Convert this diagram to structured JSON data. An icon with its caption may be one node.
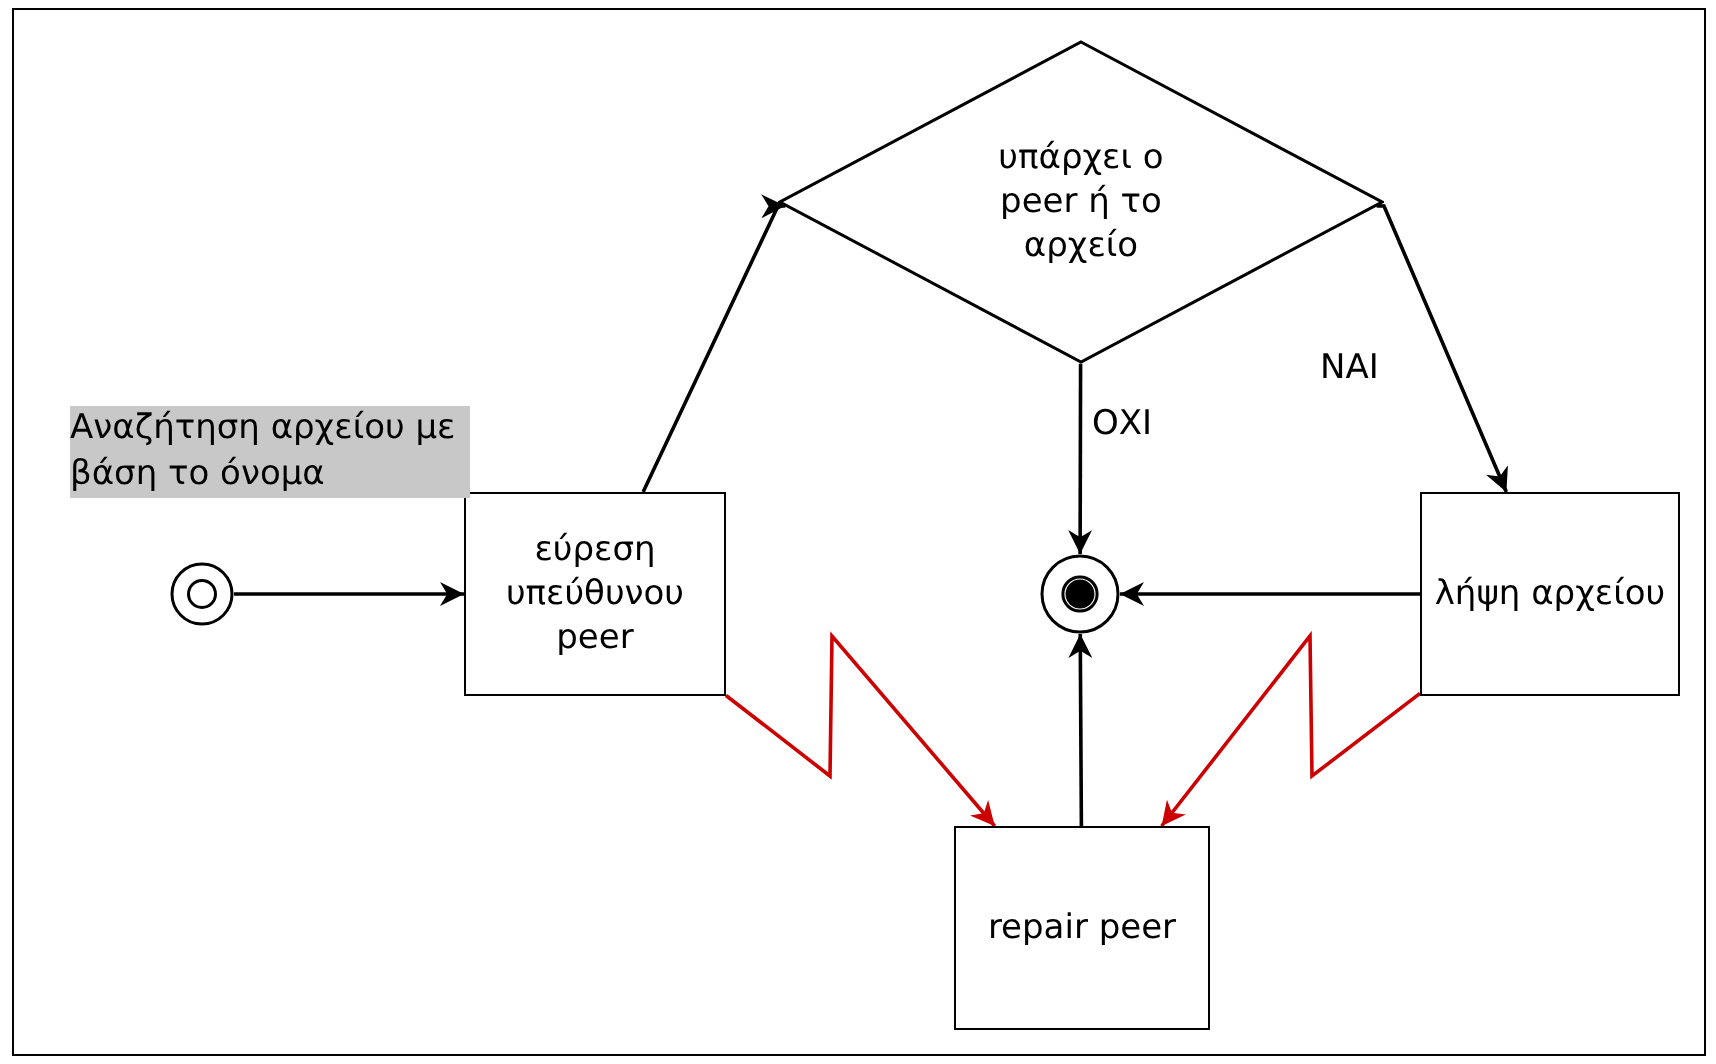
{
  "diagram": {
    "nodes": [
      {
        "text": [],
        "shape": "circle"
      },
      {
        "text": [
          "εύρεση υπεύθυνου peer"
        ]
      },
      {
        "text": [
          "υπάρχει ο peer ή το αρχείο"
        ]
      },
      {
        "text": [],
        "shape": "circle"
      },
      {
        "text": [
          "λήψη αρχείου"
        ]
      },
      {
        "text": [
          "repair peer"
        ]
      }
    ],
    "edges": [
      {
        "from": 0,
        "to": 1,
        "arrow": "to"
      },
      {
        "from": 1,
        "to": 2,
        "arrow": "to"
      },
      {
        "from": 2,
        "to": 3,
        "arrow": "to",
        "label": "ΟΧΙ"
      },
      {
        "from": 2,
        "to": 4,
        "arrow": "to",
        "label": "ΝΑΙ"
      },
      {
        "from": 4,
        "to": 3,
        "arrow": "to"
      },
      {
        "from": 5,
        "to": 3,
        "arrow": "to"
      },
      {
        "from": 1,
        "to": 5,
        "arrow": "to",
        "color": "#cc0000"
      },
      {
        "from": 4,
        "to": 5,
        "arrow": "to",
        "color": "#cc0000"
      }
    ],
    "labels": [
      "Αναζήτηση αρχείου με βάση το όνομα"
    ]
  }
}
